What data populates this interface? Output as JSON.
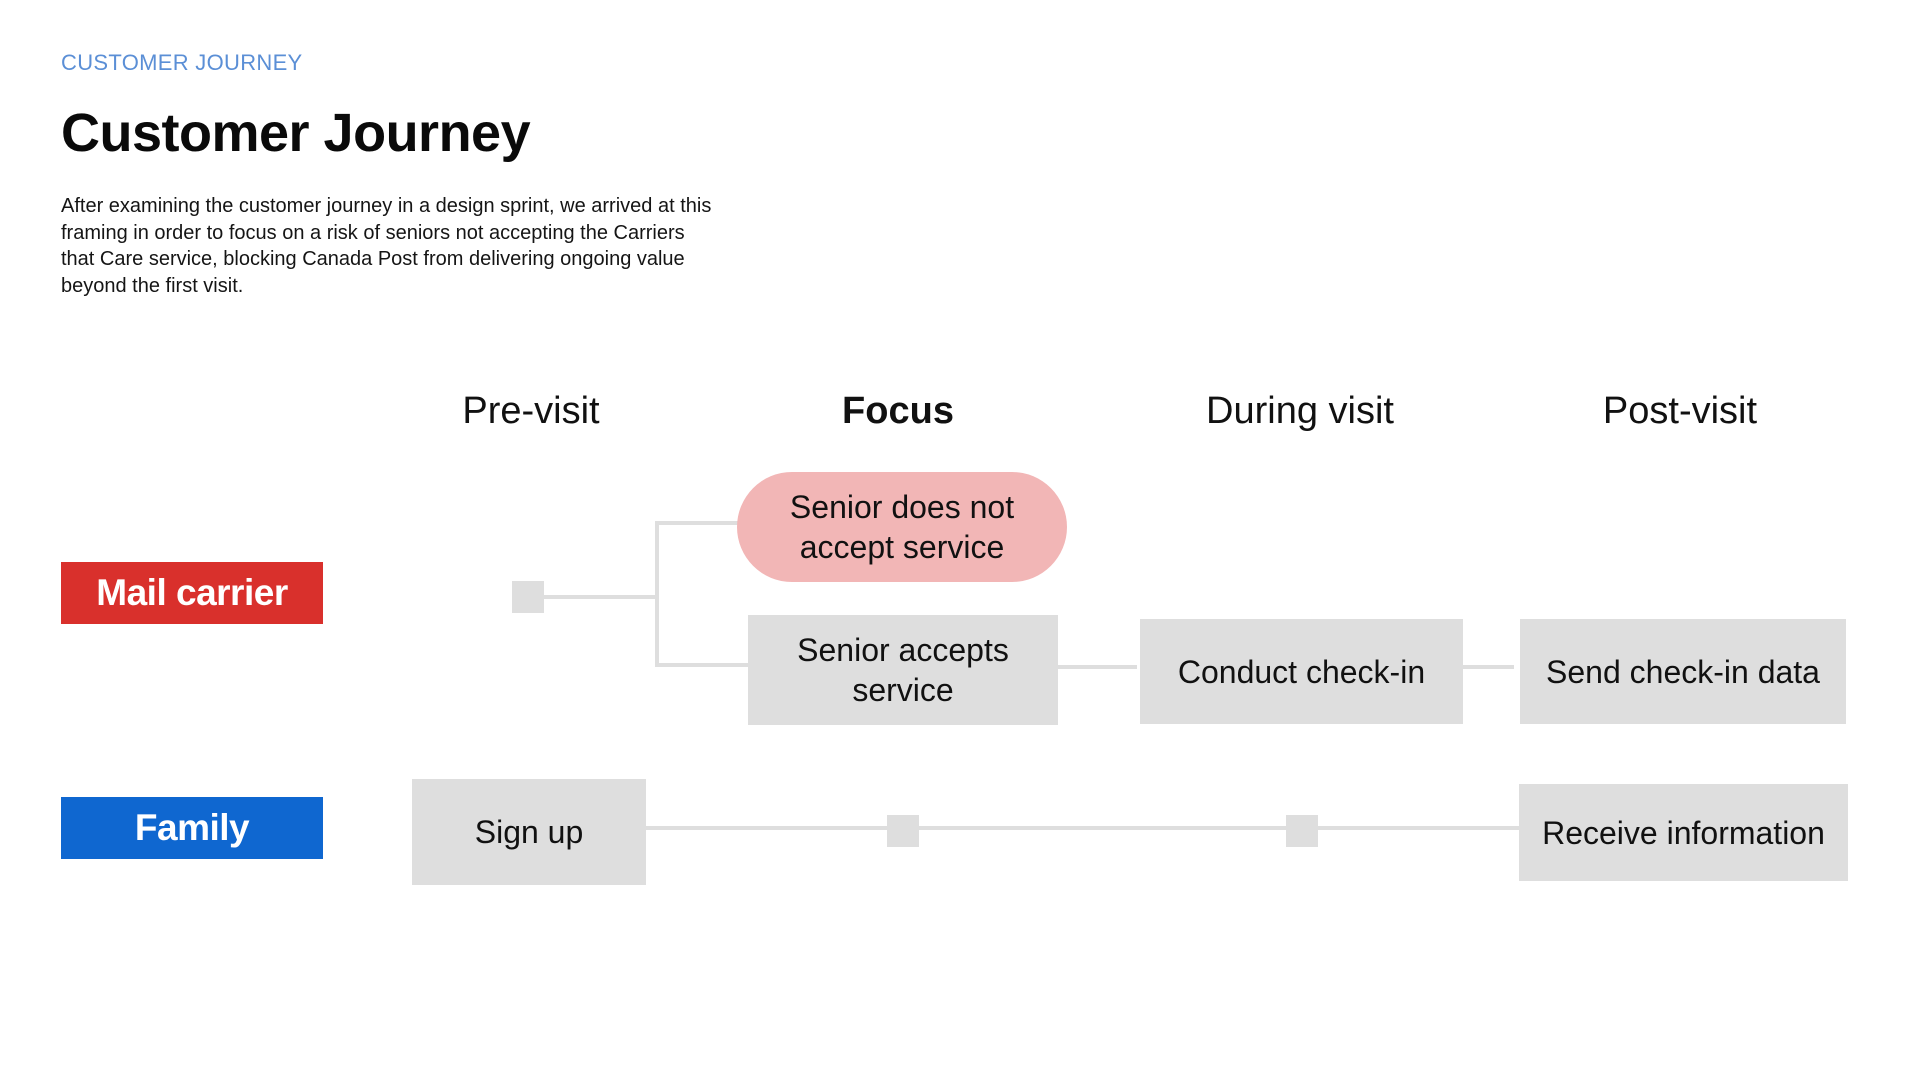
{
  "header": {
    "eyebrow": "CUSTOMER JOURNEY",
    "title": "Customer Journey",
    "description": "After examining the customer journey in a design sprint, we arrived at this framing in order to focus on a risk of seniors not accepting the Carriers that Care service, blocking Canada Post from delivering ongoing value beyond the first visit."
  },
  "stages": {
    "pre_visit": "Pre-visit",
    "focus": "Focus",
    "during_visit": "During visit",
    "post_visit": "Post-visit"
  },
  "lanes": {
    "mail_carrier": {
      "label": "Mail carrier",
      "color": "#d9302c"
    },
    "family": {
      "label": "Family",
      "color": "#0f67d0"
    }
  },
  "steps": {
    "senior_declines": "Senior does not accept service",
    "senior_accepts": "Senior accepts service",
    "conduct_check_in": "Conduct check-in",
    "send_check_in_data": "Send check-in data",
    "sign_up": "Sign up",
    "receive_information": "Receive information"
  },
  "colors": {
    "accent": "#5b8fd6",
    "connector": "#dedede",
    "risk": "#f2b6b6"
  }
}
